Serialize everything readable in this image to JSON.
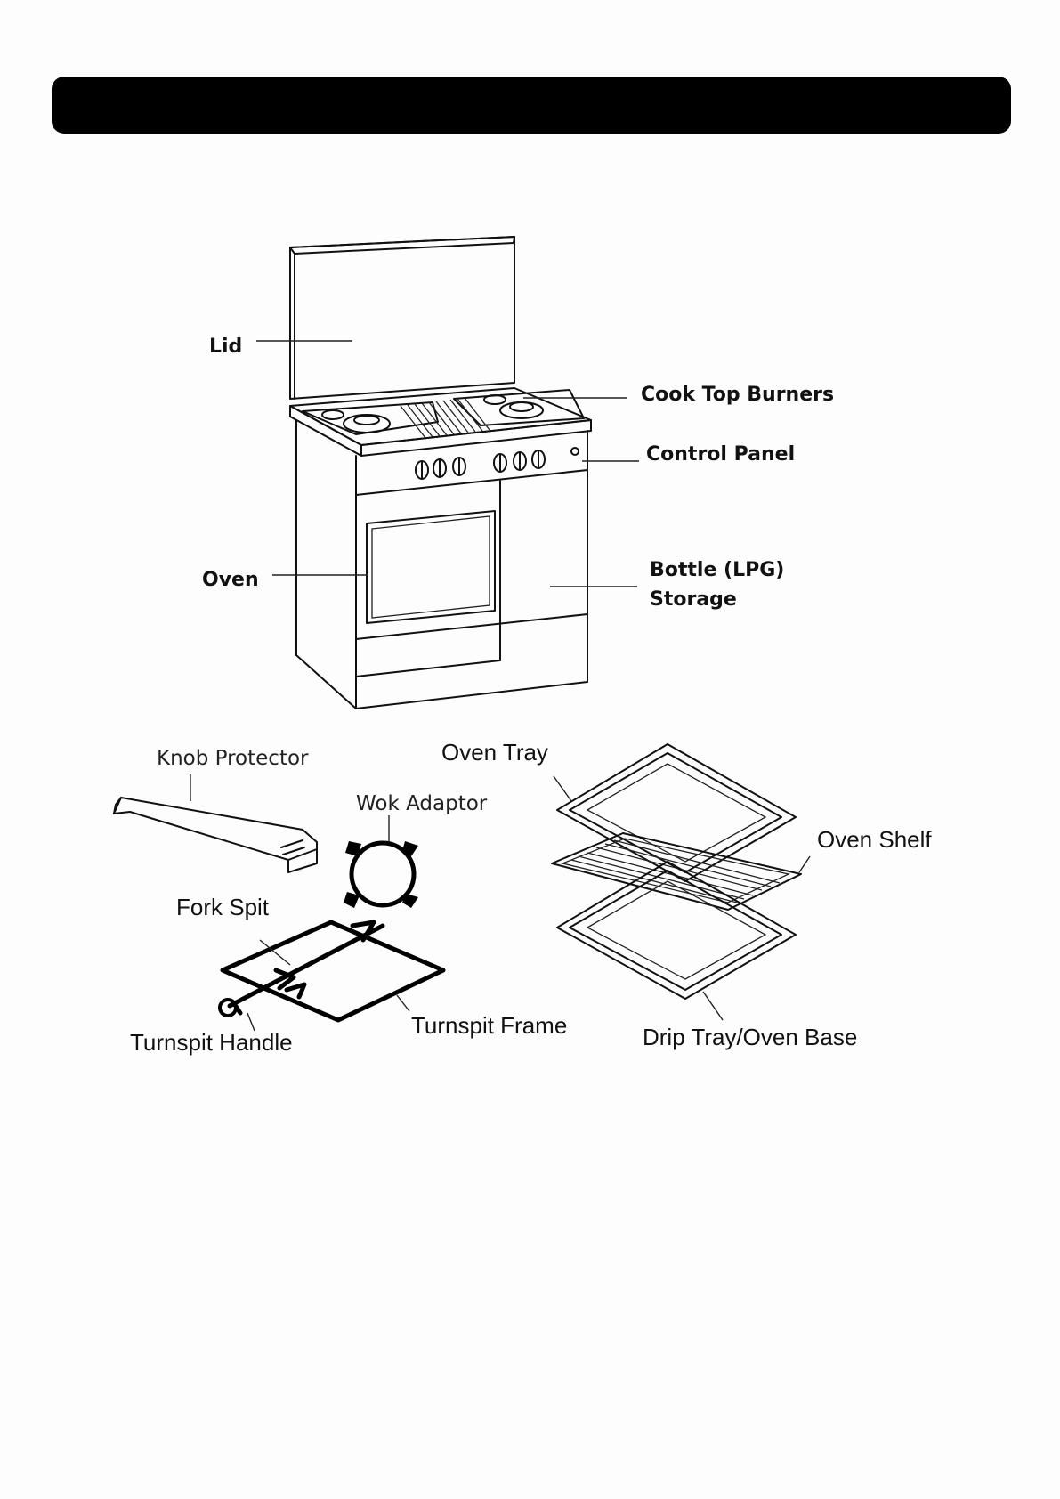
{
  "diagram": {
    "cooker_labels": {
      "lid": "Lid",
      "cook_top_burners": "Cook Top Burners",
      "control_panel": "Control Panel",
      "oven": "Oven",
      "bottle_storage_line1": "Bottle (LPG)",
      "bottle_storage_line2": "Storage"
    },
    "accessory_labels": {
      "knob_protector": "Knob Protector",
      "wok_adaptor": "Wok Adaptor",
      "fork_spit": "Fork Spit",
      "turnspit_handle": "Turnspit Handle",
      "turnspit_frame": "Turnspit Frame",
      "oven_tray": "Oven Tray",
      "oven_shelf": "Oven Shelf",
      "drip_tray_oven_base": "Drip Tray/Oven Base"
    }
  },
  "colors": {
    "header_bar": "#000000",
    "page_background": "#fdfdfd",
    "line_art": "#111111"
  }
}
